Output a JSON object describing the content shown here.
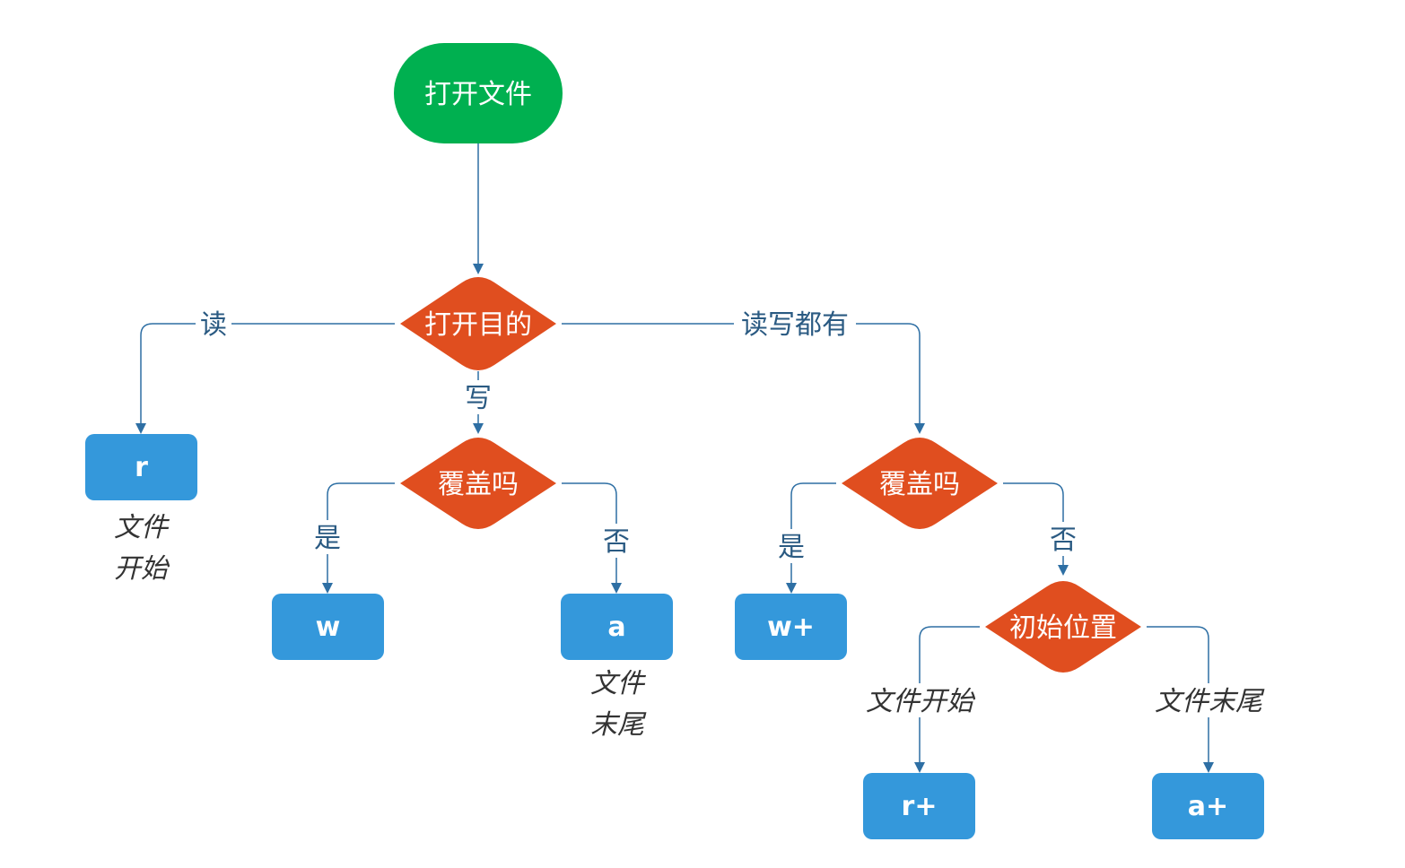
{
  "colors": {
    "start": "#00b050",
    "decision": "#e04e1f",
    "mode": "#3498db",
    "edge": "#2e6fa4",
    "edge_label": "#2a5a82",
    "note": "#333333"
  },
  "nodes": {
    "start": "打开文件",
    "purpose": "打开目的",
    "overwrite_write": "覆盖吗",
    "overwrite_rw": "覆盖吗",
    "initial_position": "初始位置"
  },
  "modes": {
    "r": "r",
    "w": "w",
    "a": "a",
    "w_plus": "w+",
    "r_plus": "r+",
    "a_plus": "a+"
  },
  "edge_labels": {
    "read": "读",
    "write": "写",
    "read_write": "读写都有",
    "yes_write": "是",
    "no_write": "否",
    "yes_rw": "是",
    "no_rw": "否",
    "file_start": "文件开始",
    "file_end": "文件末尾"
  },
  "notes": {
    "r_line1": "文件",
    "r_line2": "开始",
    "a_line1": "文件",
    "a_line2": "末尾"
  }
}
